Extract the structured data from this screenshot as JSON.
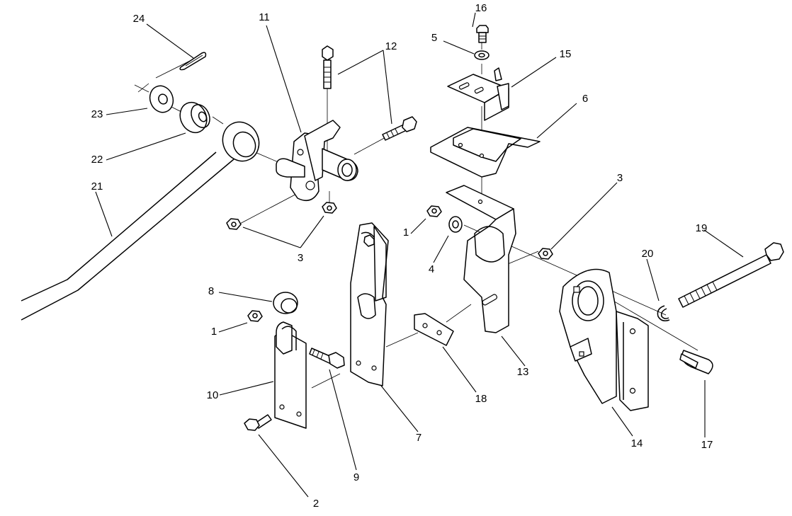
{
  "callouts": [
    {
      "id": "c24",
      "label": "24"
    },
    {
      "id": "c23",
      "label": "23"
    },
    {
      "id": "c22",
      "label": "22"
    },
    {
      "id": "c21",
      "label": "21"
    },
    {
      "id": "c11",
      "label": "11"
    },
    {
      "id": "c12",
      "label": "12"
    },
    {
      "id": "c3a",
      "label": "3"
    },
    {
      "id": "c16",
      "label": "16"
    },
    {
      "id": "c5",
      "label": "5"
    },
    {
      "id": "c15",
      "label": "15"
    },
    {
      "id": "c6",
      "label": "6"
    },
    {
      "id": "c3b",
      "label": "3"
    },
    {
      "id": "c1a",
      "label": "1"
    },
    {
      "id": "c4",
      "label": "4"
    },
    {
      "id": "c19",
      "label": "19"
    },
    {
      "id": "c20",
      "label": "20"
    },
    {
      "id": "c8",
      "label": "8"
    },
    {
      "id": "c1b",
      "label": "1"
    },
    {
      "id": "c10",
      "label": "10"
    },
    {
      "id": "c2",
      "label": "2"
    },
    {
      "id": "c9",
      "label": "9"
    },
    {
      "id": "c7",
      "label": "7"
    },
    {
      "id": "c18",
      "label": "18"
    },
    {
      "id": "c13",
      "label": "13"
    },
    {
      "id": "c14",
      "label": "14"
    },
    {
      "id": "c17",
      "label": "17"
    }
  ]
}
